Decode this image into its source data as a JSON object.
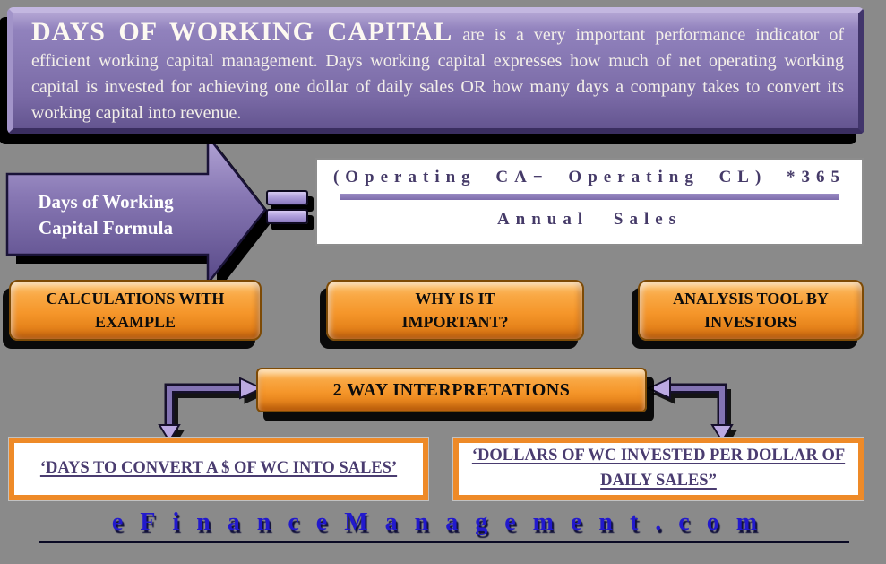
{
  "colors": {
    "background": "#8a8a8a",
    "banner_purple": "#8576b1",
    "arrow_purple": "#8373b3",
    "orange": "#f5962a",
    "formula_text_purple": "#453a68",
    "interpretation_text_purple": "#4a3c70",
    "footer_blue": "#2219cd",
    "shadow_black": "#000000",
    "box_white": "#ffffff"
  },
  "intro": {
    "title": "DAYS OF WORKING CAPITAL",
    "body": "are is a very important performance indicator of efficient working capital management. Days working capital expresses how much of net operating working capital is invested for achieving one dollar of daily sales OR how many days a company takes to convert its working capital into revenue."
  },
  "formula": {
    "arrow_label": "Days of Working Capital Formula",
    "equals_sign": "=",
    "numerator": "(Operating CA− Operating CL) *365",
    "denominator": "Annual Sales"
  },
  "topics": [
    {
      "label": "CALCULATIONS WITH EXAMPLE"
    },
    {
      "label": "WHY IS IT IMPORTANT?"
    },
    {
      "label": "ANALYSIS TOOL BY INVESTORS"
    }
  ],
  "interpretations": {
    "title": "2 WAY INTERPRETATIONS",
    "left": "‘DAYS TO CONVERT A $ OF WC INTO SALES’",
    "right": "‘DOLLARS OF WC INVESTED PER DOLLAR OF DAILY SALES”"
  },
  "footer": {
    "website": "eFinanceManagement.com"
  }
}
